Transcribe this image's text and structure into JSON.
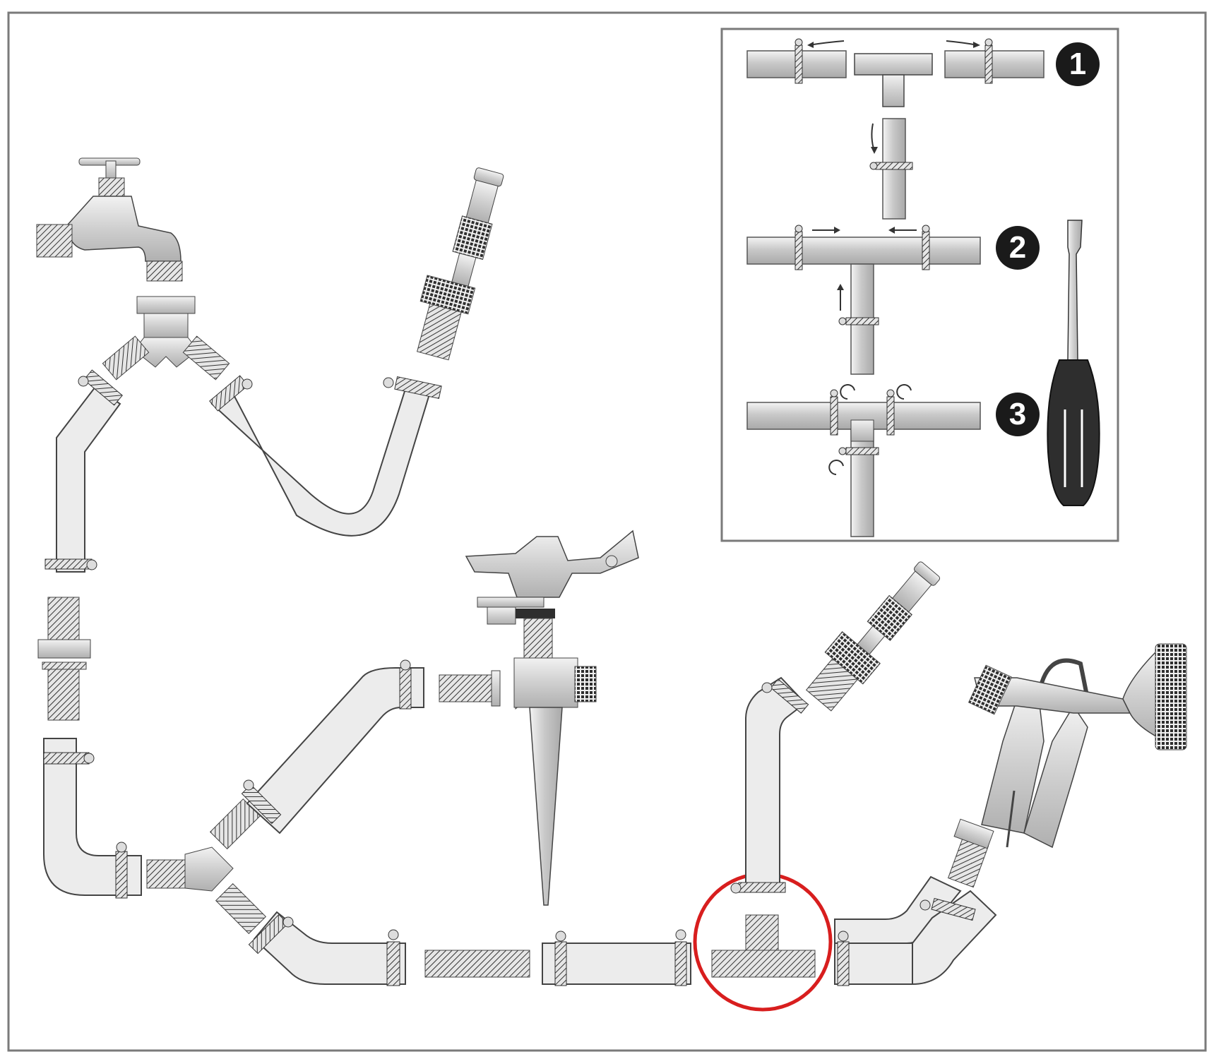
{
  "steps": [
    {
      "label": "1"
    },
    {
      "label": "2"
    },
    {
      "label": "3"
    }
  ],
  "colors": {
    "frame": "#7a7a7a",
    "hose_fill": "#ececec",
    "metal_fill": "#d2d2d2",
    "outline": "#3a3a3a",
    "highlight": "#d81e1e",
    "handle_dark": "#2e2e2e"
  },
  "icons": [
    "tap-icon",
    "y-connector-icon",
    "spray-nozzle-icon",
    "sprinkler-icon",
    "spray-gun-icon",
    "t-connector-icon",
    "screwdriver-icon",
    "hose-clamp-icon"
  ]
}
